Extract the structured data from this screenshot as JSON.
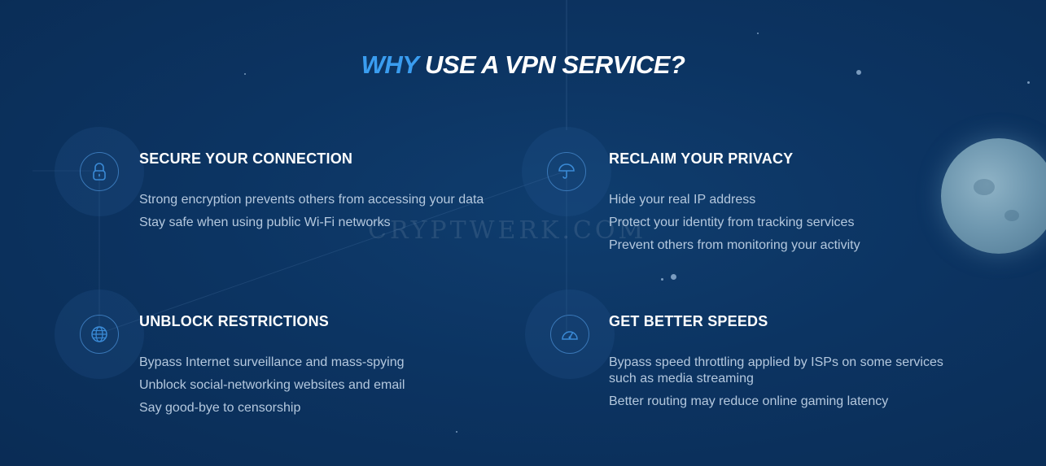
{
  "title": {
    "accent": "WHY",
    "rest": "USE A VPN SERVICE?"
  },
  "watermark": "CRYPTWERK.COM",
  "features": [
    {
      "heading": "SECURE YOUR CONNECTION",
      "icon": "lock-icon",
      "items": [
        "Strong encryption prevents others from accessing your data",
        "Stay safe when using public Wi-Fi networks"
      ]
    },
    {
      "heading": "RECLAIM YOUR PRIVACY",
      "icon": "umbrella-icon",
      "items": [
        "Hide your real IP address",
        "Protect your identity from tracking services",
        "Prevent others from monitoring your activity"
      ]
    },
    {
      "heading": "UNBLOCK RESTRICTIONS",
      "icon": "globe-icon",
      "items": [
        "Bypass Internet surveillance and mass-spying",
        "Unblock social-networking websites and email",
        "Say good-bye to censorship"
      ]
    },
    {
      "heading": "GET BETTER SPEEDS",
      "icon": "speedometer-icon",
      "items": [
        "Bypass speed throttling applied by ISPs on some services such as media streaming",
        "Better routing may reduce online gaming latency"
      ]
    }
  ],
  "colors": {
    "accent": "#3a9df0",
    "background": "#0c3462",
    "icon_stroke": "#3a78b8",
    "body_text": "#b4c8de"
  }
}
